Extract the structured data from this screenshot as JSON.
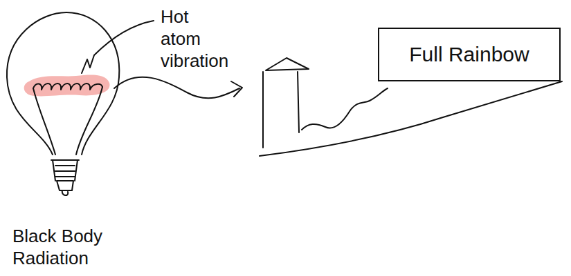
{
  "diagram": {
    "nodes": [
      {
        "text": [
          "Full Rainbow"
        ]
      }
    ],
    "labels": [
      "Hot atom vibration",
      "Black Body Radiation"
    ]
  }
}
